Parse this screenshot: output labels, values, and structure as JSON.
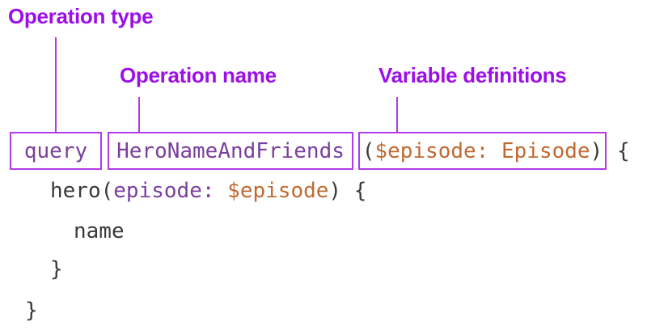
{
  "colors": {
    "background": "#ffffff",
    "label": "#9d0fe8",
    "line_and_border": "#b03ce8",
    "code_keyword_purple": "#7b3f9e",
    "code_variable_orange": "#bf6a32",
    "code_plain_dark": "#3a3a3a"
  },
  "labels": {
    "operation_type": "Operation type",
    "operation_name": "Operation name",
    "variable_definitions": "Variable definitions"
  },
  "code": {
    "line1": {
      "keyword": "query",
      "name": "HeroNameAndFriends",
      "paren_open": "(",
      "variable": "$episode:",
      "space": " ",
      "type": "Episode",
      "paren_close": ")",
      "brace": "{"
    },
    "line2": {
      "t1": "hero(",
      "t2": "episode:",
      "t3": " ",
      "t4": "$episode",
      "t5": ") {"
    },
    "line3": {
      "t1": "name"
    },
    "line4": {
      "t1": "}"
    },
    "line5": {
      "t1": "}"
    }
  }
}
